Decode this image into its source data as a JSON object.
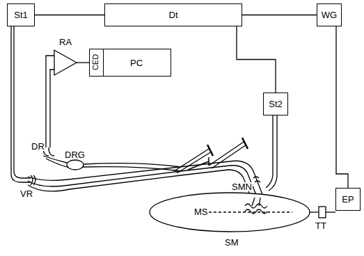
{
  "diagram": {
    "nodes": [
      {
        "text": [
          "St1"
        ]
      },
      {
        "text": [
          "Dt"
        ]
      },
      {
        "text": [
          "WG"
        ]
      },
      {
        "text": [
          "PC"
        ]
      },
      {
        "text": [
          "CED"
        ],
        "in": 3
      },
      {
        "text": [
          "St2"
        ]
      },
      {
        "text": [
          "EP"
        ]
      }
    ],
    "edges": [
      {
        "from": 0,
        "to": 1,
        "arrow": "none"
      },
      {
        "from": 1,
        "to": 2,
        "arrow": "none"
      },
      {
        "from": 1,
        "to": 5,
        "arrow": "none"
      },
      {
        "from": 2,
        "to": 6,
        "arrow": "none"
      }
    ],
    "labels": [
      "RA",
      "DR",
      "DRG",
      "VR",
      "SMN",
      "MS",
      "SM",
      "TT"
    ]
  }
}
